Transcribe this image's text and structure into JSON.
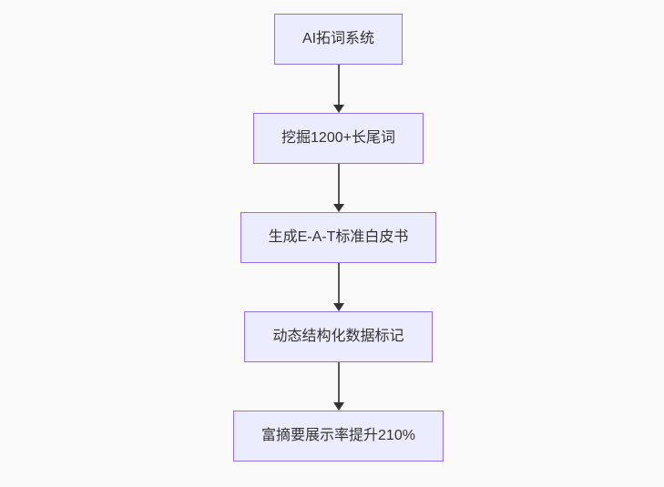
{
  "diagram": {
    "type": "flowchart",
    "direction": "top-down",
    "colors": {
      "background": "#fafafa",
      "node_fill": "#ececff",
      "node_border": "#9370db",
      "edge_line": "#585858",
      "edge_head": "#333333",
      "text": "#333333"
    },
    "nodes": [
      {
        "label": "AI拓词系统"
      },
      {
        "label": "挖掘1200+长尾词"
      },
      {
        "label": "生成E-A-T标准白皮书"
      },
      {
        "label": "动态结构化数据标记"
      },
      {
        "label": "富摘要展示率提升210%"
      }
    ],
    "edges": [
      {
        "from": 0,
        "to": 1
      },
      {
        "from": 1,
        "to": 2
      },
      {
        "from": 2,
        "to": 3
      },
      {
        "from": 3,
        "to": 4
      }
    ]
  }
}
